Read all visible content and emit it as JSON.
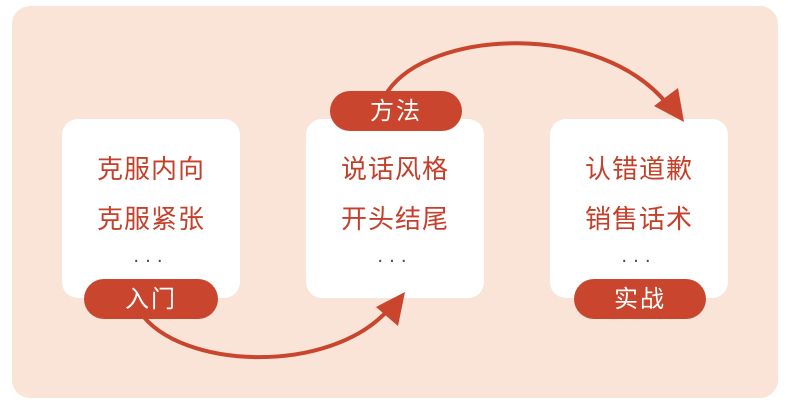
{
  "colors": {
    "background": "#f9e4d7",
    "card": "#ffffff",
    "accent": "#c9452d",
    "text": "#c4402a"
  },
  "stages": [
    {
      "label": "入门",
      "lines": [
        "克服内向",
        "克服紧张"
      ],
      "ellipsis": "..."
    },
    {
      "label": "方法",
      "lines": [
        "说话风格",
        "开头结尾"
      ],
      "ellipsis": "..."
    },
    {
      "label": "实战",
      "lines": [
        "认错道歉",
        "销售话术"
      ],
      "ellipsis": "..."
    }
  ]
}
